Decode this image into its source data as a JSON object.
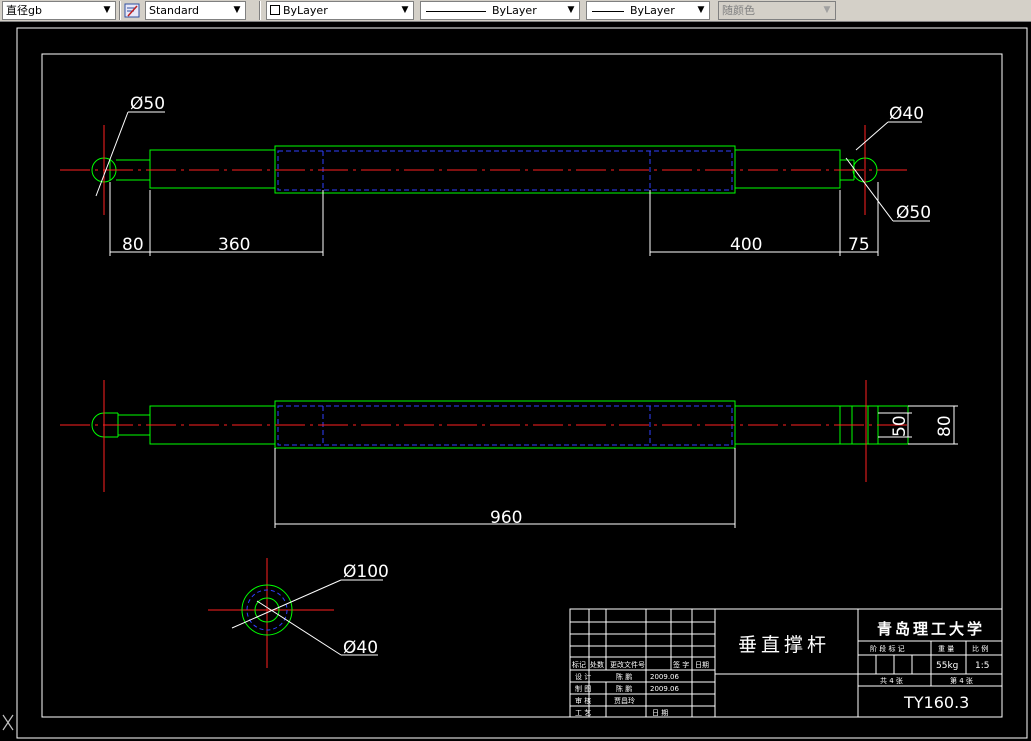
{
  "toolbar": {
    "dimstyle": "直径gb",
    "textstyle": "Standard",
    "layer": "ByLayer",
    "linetype": "ByLayer",
    "lineweight": "ByLayer",
    "color": "随颜色"
  },
  "dimensions": {
    "d_left_end": "Ø50",
    "d_right_pin": "Ø40",
    "d_right_end": "Ø50",
    "len_80": "80",
    "len_360": "360",
    "len_400": "400",
    "len_75": "75",
    "len_960": "960",
    "h_50": "50",
    "h_80": "80",
    "d_section_outer": "Ø100",
    "d_section_inner": "Ø40"
  },
  "title_block": {
    "part_name": "垂直撑杆",
    "school": "青岛理工大学",
    "mass_label": "重 量",
    "scale_label": "比 例",
    "stage_label": "阶 段 标 记",
    "mass": "55kg",
    "scale": "1:5",
    "sheet_total": "共 4 张",
    "sheet_no": "第 4 张",
    "drawing_no": "TY160.3",
    "rows": {
      "r1": [
        "标记",
        "处数",
        "更改文件号",
        "签 字",
        "日期"
      ],
      "r2": [
        "设 计",
        "陈 鹏",
        "2009.06"
      ],
      "r3": [
        "制 图",
        "陈 鹏",
        "2009.06"
      ],
      "r4": [
        "审 核",
        "贾昌玲"
      ],
      "r5": [
        "工 艺",
        "日 期"
      ]
    }
  },
  "ucs_icon": "X"
}
